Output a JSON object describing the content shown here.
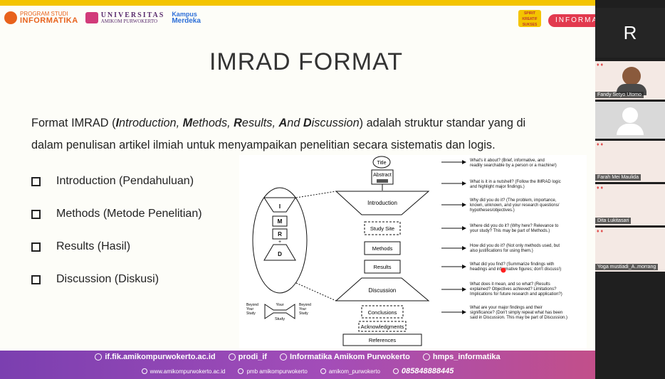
{
  "header": {
    "program_line1": "PROGRAM STUDI",
    "program_line2": "INFORMATIKA",
    "university_line1": "UNIVERSITAS",
    "university_line2": "AMIKOM PURWOKERTO",
    "kampus_line1": "Kampus",
    "kampus_line2": "Merdeka",
    "spirit_badge": "SPIRIT KREATIF SUKSES",
    "right_badge": "INFORMA"
  },
  "slide": {
    "title": "IMRAD FORMAT",
    "para": {
      "p1": "Format IMRAD (",
      "i1": "I",
      "i1b": "ntroduction, ",
      "m1": "M",
      "m1b": "ethods, ",
      "r1": "R",
      "r1b": "esults, ",
      "a1": "A",
      "a1b": "nd ",
      "d1": "D",
      "d1b": "iscussion",
      "p2": ") adalah struktur standar yang di",
      "line2": "dalam penulisan artikel ilmiah untuk menyampaikan penelitian secara sistematis dan logis."
    },
    "list": [
      "Introduction (Pendahuluan)",
      "Methods (Metode Penelitian)",
      "Results (Hasil)",
      "Discussion (Diskusi)"
    ]
  },
  "diagram": {
    "boxes": {
      "title": "Title",
      "abstract": "Abstract",
      "introduction": "Introduction",
      "study_site": "Study Site",
      "methods": "Methods",
      "results": "Results",
      "discussion": "Discussion",
      "conclusions": "Conclusions",
      "acknowledgments": "Acknowledgments",
      "references": "References"
    },
    "left_letters": [
      "I",
      "M",
      "R",
      "D"
    ],
    "plus": "+",
    "beyond_left": [
      "Beyond",
      "Your",
      "Study"
    ],
    "beyond_right": [
      "Beyond",
      "Your",
      "Study"
    ],
    "your_study": [
      "Your",
      "Study"
    ],
    "notes": [
      [
        "What's it about? (Brief, informative, and",
        "readily searchable by a person or a machine!)"
      ],
      [
        "What is it in a nutshell? (Follow the IMRAD logic",
        "and highlight major findings.)"
      ],
      [
        "Why did you do it? (The problem, importance,",
        "known, unknown, and your research questions/",
        "hypotheses/objectives.)"
      ],
      [
        "Where did you do it? (Why here? Relevance to",
        "your study? This may be part of Methods.)"
      ],
      [
        "How did you do it? (Not only methods used, but",
        "also justifications for using them.)"
      ],
      [
        "What did you find? (Summarize findings with",
        "headings and informative figures; don't discuss!)"
      ],
      [
        "What does it mean, and so what? (Results",
        "explained? Objectives achieved? Limitations?",
        "Implications for future research and application?)"
      ],
      [
        "What are your major findings and their",
        "significance? (Don't simply repeat what has been",
        "said in Discussion. This may be part of Discussion.)"
      ]
    ]
  },
  "footer": {
    "website": "if.fik.amikompurwokerto.ac.id",
    "instagram": "prodi_if",
    "youtube": "Informatika Amikom Purwokerto",
    "instagram2": "hmps_informatika",
    "website2": "www.amikompurwokerto.ac.id",
    "facebook": "pmb amikompurwokerto",
    "instagram3": "amikom_purwokerto",
    "phone": "085848888445"
  },
  "participants": {
    "self_initial": "R",
    "names": [
      "Fandy Setyo Utomo",
      "Farah Mei Maulida",
      "Dita Lukitasari",
      "Yoga mustiadi_A..morrang"
    ]
  },
  "colors": {
    "accent_yellow": "#f4c400",
    "footer_purple": "#7b3fb0",
    "badge_red": "#e23a4e"
  }
}
